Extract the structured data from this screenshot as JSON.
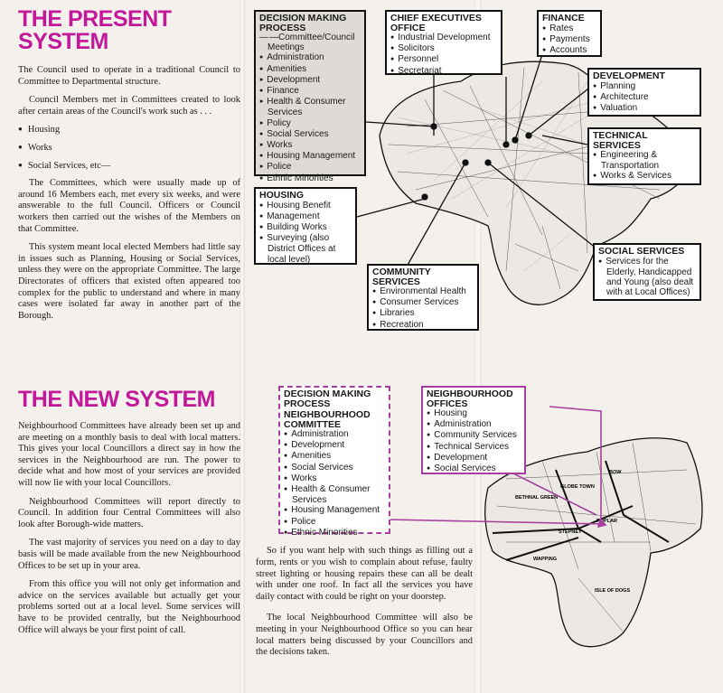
{
  "present": {
    "title_line1": "THE PRESENT",
    "title_line2": "SYSTEM",
    "intro": "The Council used to operate in a traditional Council to Committee to Departmental structure.",
    "para2": "Council Members met in Committees created to look after certain areas of the Council's work such as . . .",
    "bullets": [
      "Housing",
      "Works",
      "Social Services, etc—"
    ],
    "para3": "The Committees, which were usually made up of around 16 Members each, met every six weeks, and were answerable to the full Council. Officers or Council workers then carried out the wishes of the Members on that Committee.",
    "para4": "This system meant local elected Members had little say in issues such as Planning, Housing or Social Services, unless they were on the appropriate Committee. The large Directorates of officers that existed often appeared too complex for the public to understand and where in many cases were isolated far away in another part of the Borough."
  },
  "new": {
    "title": "THE NEW SYSTEM",
    "para1": "Neighbourhood Committees have already been set up and are meeting on a monthly basis to deal with local matters. This gives your local Councillors a direct say in how the services in the Neighbourhood are run. The power to decide what and how most of your services are provided will now lie with your local Councillors.",
    "para2": "Neighbourhood Committees will report directly to Council. In addition four Central Committees will also look after Borough-wide matters.",
    "para3": "The vast majority of services you need on a day to day basis will be made available from the new Neighbourhood Offices to be set up in your area.",
    "para4": "From this office you will not only get information and advice on the services available but actually get your problems sorted out at a local level. Some services will have to be provided centrally, but the Neighbourhood Office will always be your first point of call.",
    "mid1": "So if you want help with such things as filling out a form, rents or you wish to complain about refuse, faulty street lighting or housing repairs these can all be dealt with under one roof. In fact all the services you have daily contact with could be right on your doorstep.",
    "mid2": "The local Neighbourhood Committee will also be meeting in your Neighbourhood Office so you can hear local matters being discussed by your Councillors and the decisions taken."
  },
  "boxes_present": {
    "decision": {
      "title": "DECISION MAKING PROCESS",
      "first": "—Committee/Council Meetings",
      "items": [
        "Administration",
        "Amenities",
        "Development",
        "Finance",
        "Health & Consumer Services",
        "Policy",
        "Social Services",
        "Works",
        "Housing Management",
        "Police",
        "Ethnic Minorities"
      ]
    },
    "chief": {
      "title": "CHIEF EXECUTIVES OFFICE",
      "items": [
        "Industrial Development",
        "Solicitors",
        "Personnel",
        "Secretariat"
      ]
    },
    "finance": {
      "title": "FINANCE",
      "items": [
        "Rates",
        "Payments",
        "Accounts"
      ]
    },
    "development": {
      "title": "DEVELOPMENT",
      "items": [
        "Planning",
        "Architecture",
        "Valuation"
      ]
    },
    "technical": {
      "title": "TECHNICAL SERVICES",
      "items": [
        "Engineering & Transportation",
        "Works & Services"
      ]
    },
    "housing": {
      "title": "HOUSING",
      "items": [
        "Housing Benefit",
        "Management",
        "Building Works",
        "Surveying (also District Offices at local level)"
      ]
    },
    "social": {
      "title": "SOCIAL SERVICES",
      "items": [
        "Services for the Elderly, Handicapped and Young (also dealt with at Local Offices)"
      ]
    },
    "community": {
      "title": "COMMUNITY SERVICES",
      "items": [
        "Environmental Health",
        "Consumer Services",
        "Libraries",
        "Recreation"
      ]
    }
  },
  "boxes_new": {
    "decision": {
      "title": "DECISION MAKING PROCESS",
      "subtitle": "NEIGHBOURHOOD COMMITTEE",
      "items": [
        "Administration",
        "Development",
        "Amenities",
        "Social Services",
        "Works",
        "Health & Consumer Services",
        "Housing Management",
        "Police",
        "Ethnic Minorities"
      ]
    },
    "offices": {
      "title": "NEIGHBOURHOOD OFFICES",
      "items": [
        "Housing",
        "Administration",
        "Community Services",
        "Technical Services",
        "Development",
        "Social Services"
      ]
    }
  },
  "map_labels": [
    "BOW",
    "GLOBE TOWN",
    "BETHNAL GREEN",
    "POPLAR",
    "STEPNEY",
    "WAPPING",
    "ISLE OF DOGS"
  ],
  "colors": {
    "accent": "#c2189a",
    "box_border": "#a83fa0"
  }
}
